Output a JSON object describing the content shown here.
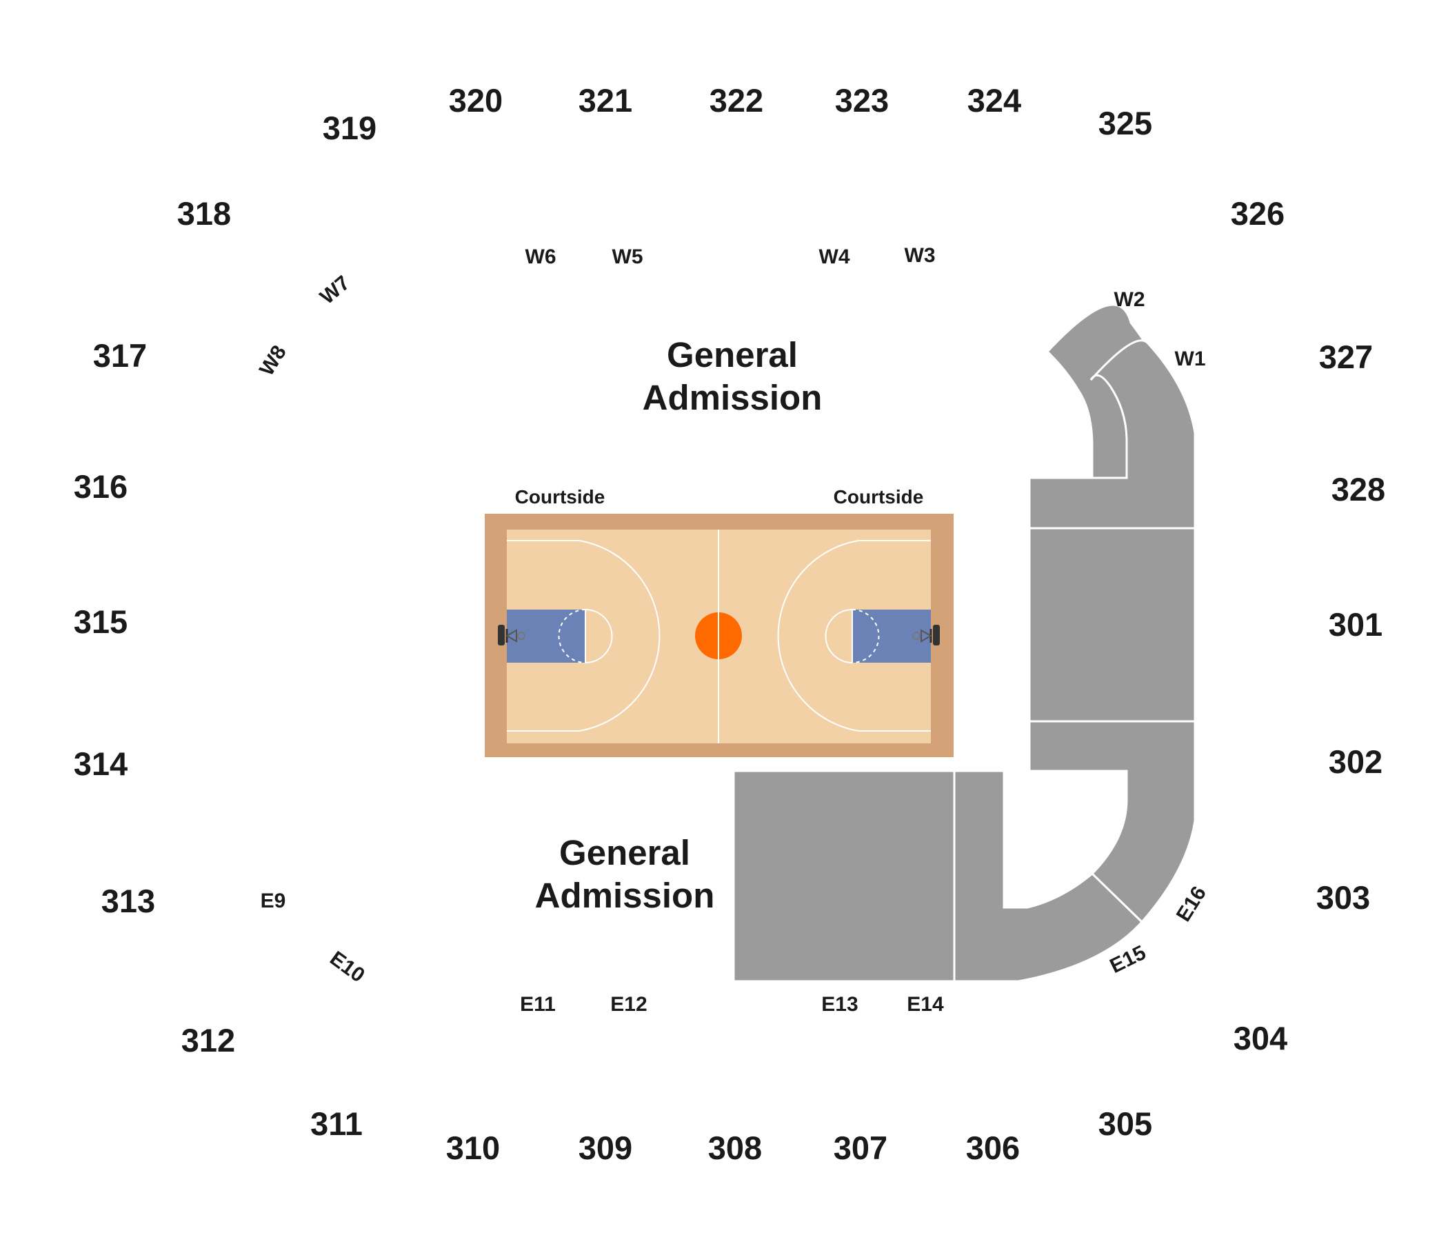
{
  "colors": {
    "background": "#ffffff",
    "section_fill": "#9b9b9b",
    "court_border": "#d3a277",
    "court_floor": "#f2d1a7",
    "paint": "#6b82b6",
    "center_circle": "#ff6a00",
    "court_lines": "#ffffff",
    "text": "#1a1a1a"
  },
  "general_admission": {
    "north": {
      "line1": "General",
      "line2": "Admission"
    },
    "south": {
      "line1": "General",
      "line2": "Admission"
    }
  },
  "courtside": {
    "left": "Courtside",
    "right": "Courtside"
  },
  "upper_sections": [
    "301",
    "302",
    "303",
    "304",
    "305",
    "306",
    "307",
    "308",
    "309",
    "310",
    "311",
    "312",
    "313",
    "314",
    "315",
    "316",
    "317",
    "318",
    "319",
    "320",
    "321",
    "322",
    "323",
    "324",
    "325",
    "326",
    "327",
    "328"
  ],
  "lower_sections": {
    "west": [
      "W1",
      "W2",
      "W3",
      "W4",
      "W5",
      "W6",
      "W7",
      "W8"
    ],
    "east": [
      "E9",
      "E10",
      "E11",
      "E12",
      "E13",
      "E14",
      "E15",
      "E16"
    ]
  },
  "icons": {
    "court": "basketball-court-icon",
    "hoop": "basketball-hoop-icon"
  }
}
